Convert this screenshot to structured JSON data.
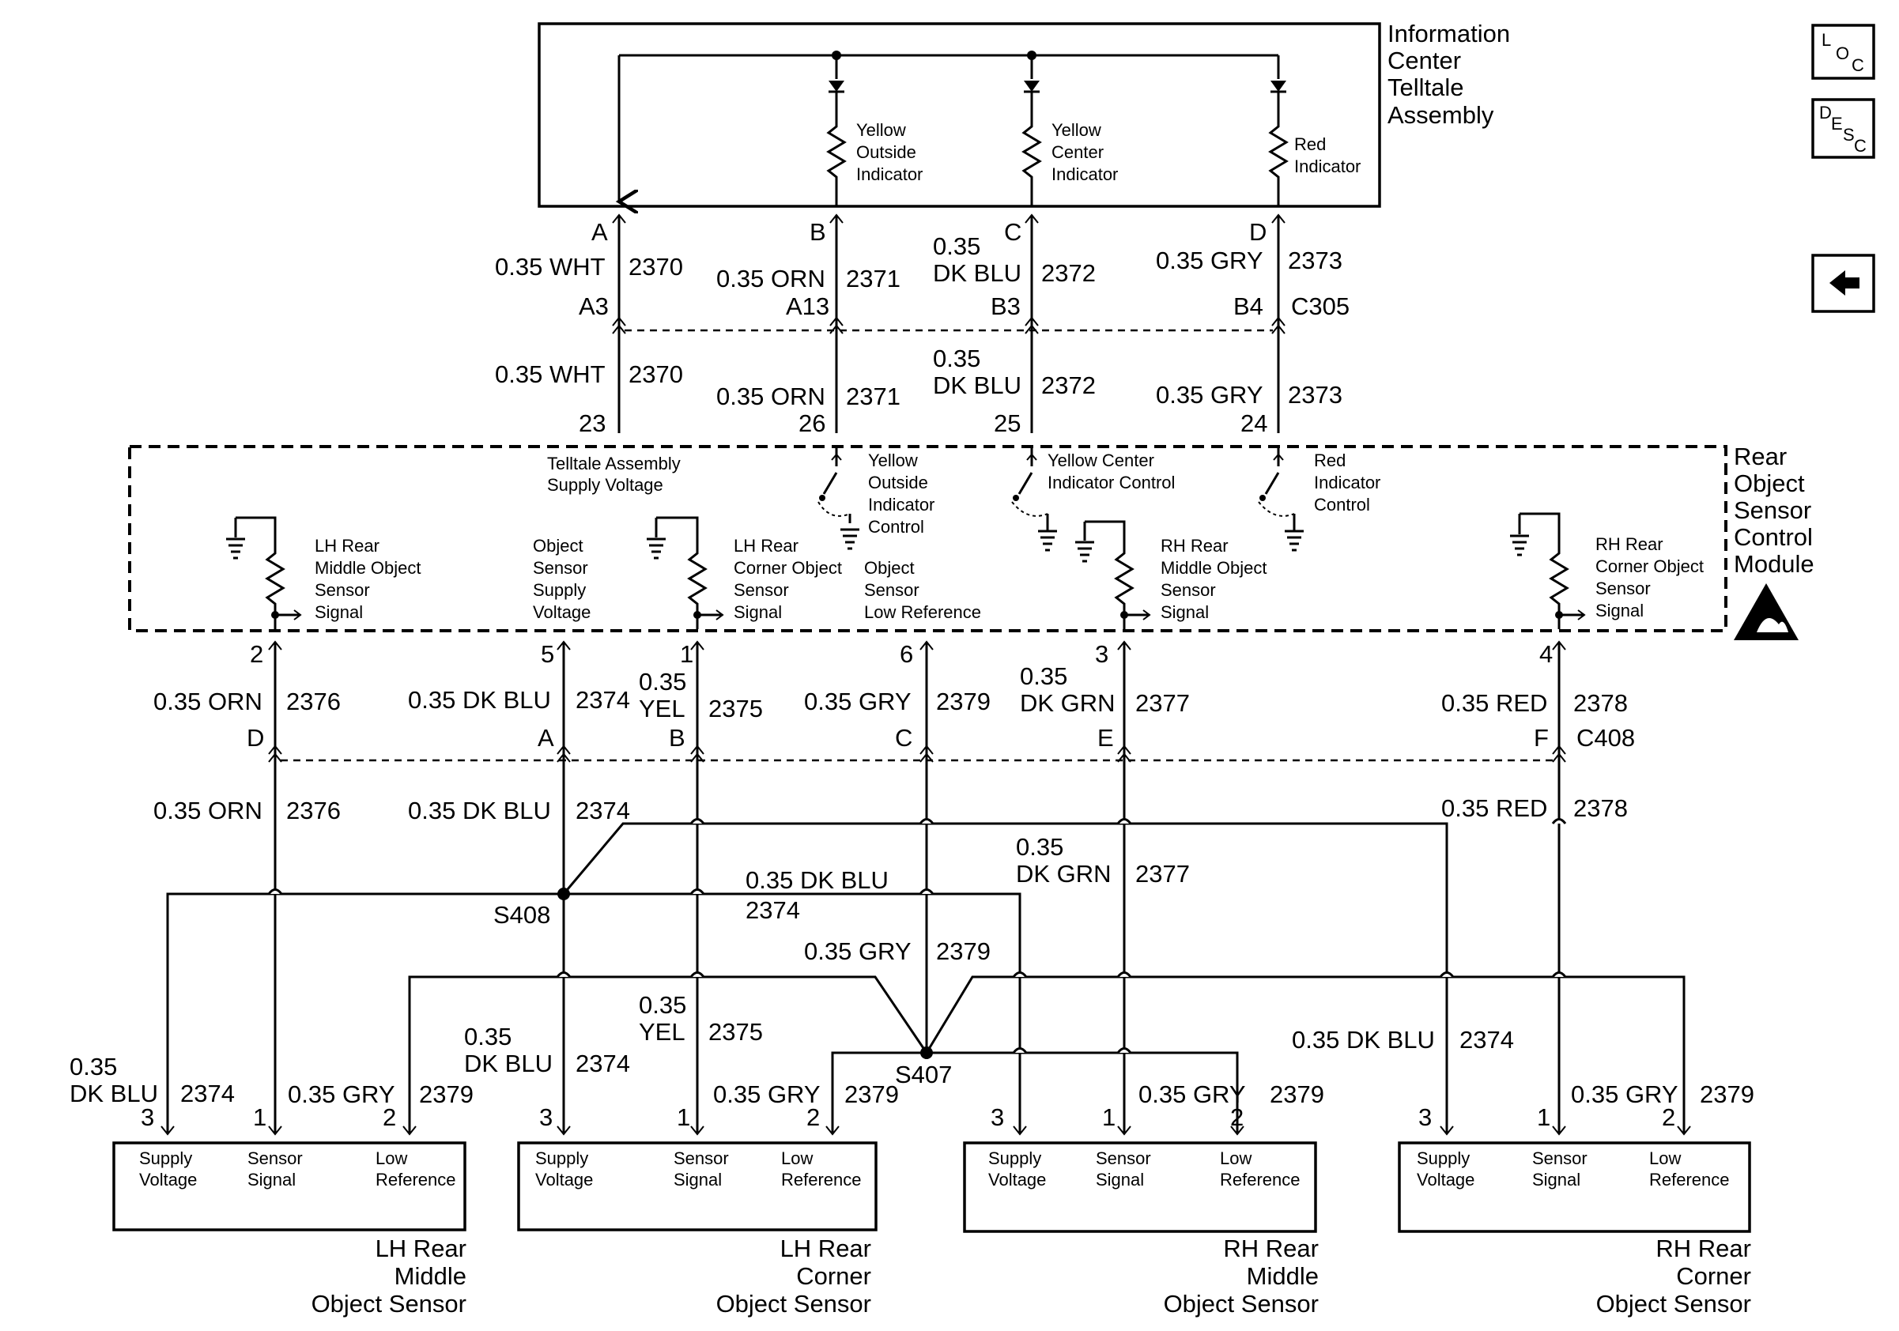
{
  "nav": {
    "loc_l": "L",
    "loc_o": "O",
    "loc_c": "C",
    "desc_d": "D",
    "desc_e": "E",
    "desc_s": "S",
    "desc_c": "C",
    "back": "←"
  },
  "info_center": {
    "title": [
      "Information",
      "Center",
      "Telltale",
      "Assembly"
    ]
  },
  "indicators": {
    "yellow_outside": [
      "Yellow",
      "Outside",
      "Indicator"
    ],
    "yellow_center": [
      "Yellow",
      "Center",
      "Indicator"
    ],
    "red": [
      "Red",
      "Indicator"
    ]
  },
  "ic_pins": [
    "A",
    "B",
    "C",
    "D"
  ],
  "upper_wires": {
    "w1": {
      "gauge": "0.35 WHT",
      "circuit": "2370"
    },
    "w2": {
      "gauge": "0.35 ORN",
      "circuit": "2371"
    },
    "w3": {
      "gauge1": "0.35",
      "gauge2": "DK BLU",
      "circuit": "2372"
    },
    "w4": {
      "gauge": "0.35 GRY",
      "circuit": "2373"
    }
  },
  "c305": {
    "pins": [
      "A3",
      "A13",
      "B3",
      "B4"
    ],
    "name": "C305"
  },
  "module_pins_top": [
    "23",
    "26",
    "25",
    "24"
  ],
  "module": {
    "title": [
      "Rear",
      "Object",
      "Sensor",
      "Control",
      "Module"
    ],
    "telltale_supply": [
      "Telltale Assembly",
      "Supply Voltage"
    ],
    "yellow_outside_ctrl": [
      "Yellow",
      "Outside",
      "Indicator",
      "Control"
    ],
    "yellow_center_ctrl": [
      "Yellow Center",
      "Indicator Control"
    ],
    "red_ctrl": [
      "Red",
      "Indicator",
      "Control"
    ],
    "lh_mid_sig": [
      "LH Rear",
      "Middle Object",
      "Sensor",
      "Signal"
    ],
    "obj_supply": [
      "Object",
      "Sensor",
      "Supply",
      "Voltage"
    ],
    "lh_corner_sig": [
      "LH Rear",
      "Corner Object",
      "Sensor",
      "Signal"
    ],
    "obj_low_ref": [
      "Object",
      "Sensor",
      "Low Reference"
    ],
    "rh_mid_sig": [
      "RH Rear",
      "Middle Object",
      "Sensor",
      "Signal"
    ],
    "rh_corner_sig": [
      "RH Rear",
      "Corner Object",
      "Sensor",
      "Signal"
    ]
  },
  "module_pins_bottom": [
    "2",
    "5",
    "1",
    "6",
    "3",
    "4"
  ],
  "mid_wires": {
    "orn": {
      "gauge": "0.35 ORN",
      "circuit": "2376"
    },
    "dkblu": {
      "gauge": "0.35 DK BLU",
      "circuit": "2374"
    },
    "yel": {
      "gauge1": "0.35",
      "gauge2": "YEL",
      "circuit": "2375"
    },
    "gry": {
      "gauge": "0.35 GRY",
      "circuit": "2379"
    },
    "dkgrn": {
      "gauge1": "0.35",
      "gauge2": "DK GRN",
      "circuit": "2377"
    },
    "red": {
      "gauge": "0.35 RED",
      "circuit": "2378"
    }
  },
  "c408": {
    "pins": [
      "D",
      "A",
      "B",
      "C",
      "E",
      "F"
    ],
    "name": "C408"
  },
  "splices": {
    "s408": "S408",
    "s407": "S407"
  },
  "lower_wires": {
    "orn": {
      "gauge": "0.35 ORN",
      "circuit": "2376"
    },
    "dkblu": {
      "gauge": "0.35 DK BLU",
      "circuit": "2374"
    },
    "red": {
      "gauge": "0.35 RED",
      "circuit": "2378"
    },
    "dkgrn": {
      "gauge1": "0.35",
      "gauge2": "DK GRN",
      "circuit": "2377"
    },
    "dkblu_mid": {
      "gauge": "0.35 DK BLU",
      "circuit": "2374"
    },
    "gry_mid": {
      "gauge": "0.35 GRY",
      "circuit": "2379"
    },
    "s1_dkblu": {
      "gauge1": "0.35",
      "gauge2": "DK BLU",
      "circuit": "2374"
    },
    "s2_dkblu": {
      "gauge1": "0.35",
      "gauge2": "DK BLU",
      "circuit": "2374"
    },
    "s2_yel": {
      "gauge1": "0.35",
      "gauge2": "YEL",
      "circuit": "2375"
    },
    "s4_dkblu": {
      "gauge": "0.35 DK BLU",
      "circuit": "2374"
    },
    "gry_s1": {
      "gauge": "0.35 GRY",
      "circuit": "2379"
    },
    "gry_s2": {
      "gauge": "0.35 GRY",
      "circuit": "2379"
    },
    "gry_s3": {
      "gauge": "0.35 GRY",
      "circuit": "2379"
    },
    "gry_s4": {
      "gauge": "0.35 GRY",
      "circuit": "2379"
    }
  },
  "sensor_pins": [
    "3",
    "1",
    "2"
  ],
  "sensor_box_labels": {
    "supply": [
      "Supply",
      "Voltage"
    ],
    "signal": [
      "Sensor",
      "Signal"
    ],
    "lowref": [
      "Low",
      "Reference"
    ]
  },
  "sensors": [
    {
      "name": [
        "LH Rear",
        "Middle",
        "Object Sensor"
      ]
    },
    {
      "name": [
        "LH Rear",
        "Corner",
        "Object Sensor"
      ]
    },
    {
      "name": [
        "RH Rear",
        "Middle",
        "Object Sensor"
      ]
    },
    {
      "name": [
        "RH Rear",
        "Corner",
        "Object Sensor"
      ]
    }
  ]
}
